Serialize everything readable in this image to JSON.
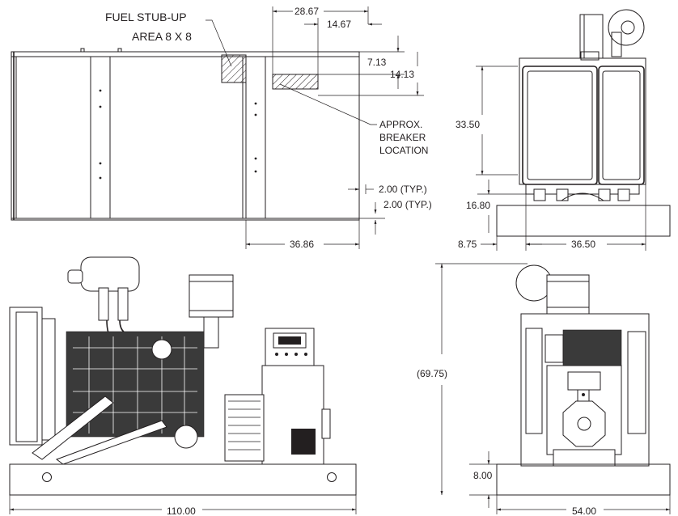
{
  "top_view": {
    "fuel_stub_line1": "FUEL STUB-UP",
    "fuel_stub_line2": "AREA 8 X 8",
    "breaker_line1": "APPROX.",
    "breaker_line2": "BREAKER",
    "breaker_line3": "LOCATION",
    "dim_28_67": "28.67",
    "dim_14_67": "14.67",
    "dim_7_13": "7.13",
    "dim_14_13": "14.13",
    "dim_2_00_a": "2.00 (TYP.)",
    "dim_2_00_b": "2.00 (TYP.)",
    "dim_36_86": "36.86"
  },
  "end_view_top": {
    "dim_33_50": "33.50",
    "dim_16_80": "16.80",
    "dim_8_75": "8.75",
    "dim_36_50": "36.50"
  },
  "side_view": {
    "dim_110_00": "110.00"
  },
  "end_view_bottom": {
    "dim_69_75": "(69.75)",
    "dim_8_00": "8.00",
    "dim_54_00": "54.00"
  }
}
